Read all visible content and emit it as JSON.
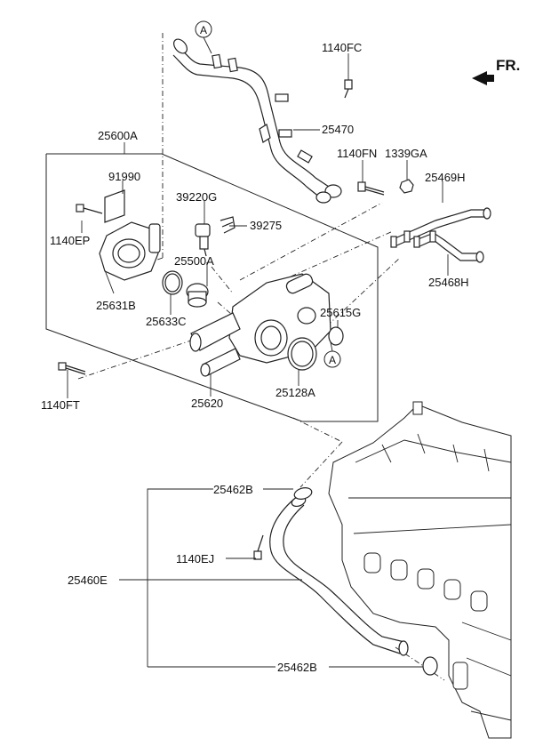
{
  "direction": {
    "label": "FR."
  },
  "parts": {
    "p25600A": "25600A",
    "p91990": "91990",
    "p1140EP": "1140EP",
    "p25631B": "25631B",
    "p39220G": "39220G",
    "p39275": "39275",
    "p25500A": "25500A",
    "p25633C": "25633C",
    "p25615G": "25615G",
    "p25620": "25620",
    "p25128A": "25128A",
    "p1140FT": "1140FT",
    "p1140FC": "1140FC",
    "p25470": "25470",
    "p1140FN": "1140FN",
    "p1339GA": "1339GA",
    "p25469H": "25469H",
    "p25468H": "25468H",
    "p25462B_top": "25462B",
    "p1140EJ": "1140EJ",
    "p25460E": "25460E",
    "p25462B_bottom": "25462B"
  },
  "callouts": {
    "a_top": "A",
    "a_mid": "A"
  }
}
